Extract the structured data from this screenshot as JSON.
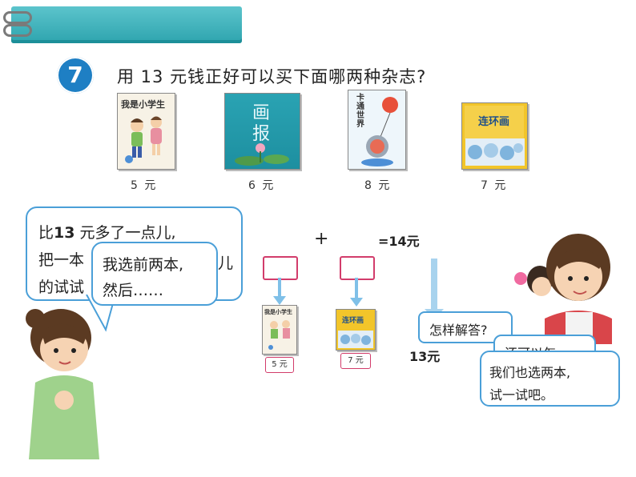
{
  "question": {
    "number": "7",
    "text": "用 13 元钱正好可以买下面哪两种杂志?"
  },
  "magazines": [
    {
      "title": "我是小学生",
      "price": "5 元"
    },
    {
      "title_line1": "画",
      "title_line2": "报",
      "price": "6 元"
    },
    {
      "title_line1": "卡",
      "title_line2": "通",
      "title_line3": "世",
      "title_line4": "界",
      "price": "8 元"
    },
    {
      "title": "连环画",
      "price": "7 元"
    }
  ],
  "bubble_left_back": {
    "line1_prefix": "比",
    "line1_num": "13",
    "line1_suffix": " 元多了一点儿,",
    "line2": "把一本",
    "line2_tail": "儿",
    "line3": "的试试"
  },
  "bubble_left_front": {
    "line1": "我选前两本,",
    "line2": "然后……"
  },
  "equation": {
    "plus": "+",
    "result": "=14元"
  },
  "mini_books": [
    {
      "title": "我是小学生",
      "price": "5 元"
    },
    {
      "title": "连环画",
      "price": "7 元"
    }
  ],
  "bubble_how": "怎样解答?",
  "answer_13": "13元",
  "bubble_right_back": "还可以怎",
  "bubble_right_front": {
    "line1": "我们也选两本,",
    "line2": "试一试吧。"
  }
}
